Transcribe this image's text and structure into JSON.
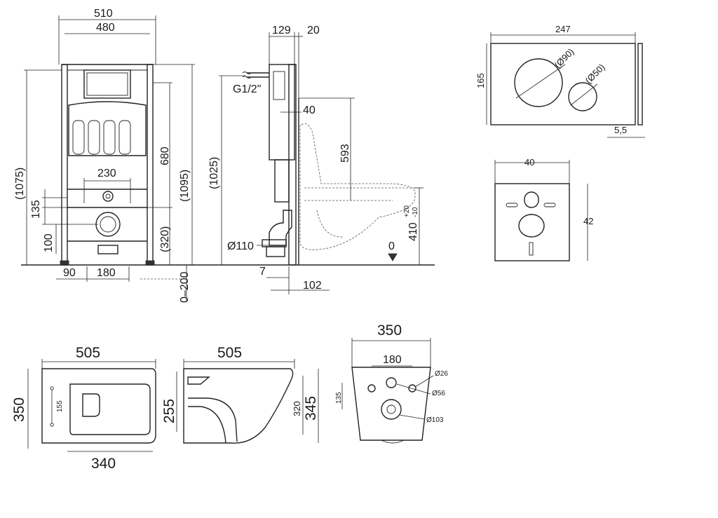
{
  "frame_front": {
    "width_outer": "510",
    "width_inner": "480",
    "height_total": "(1075)",
    "height_right": "(1095)",
    "height_flush": "680",
    "height_drain": "(320)",
    "studs_spacing": "230",
    "left_135": "135",
    "left_100": "100",
    "bottom_90": "90",
    "bottom_180": "180",
    "adjust": "0–200"
  },
  "frame_side": {
    "depth_129": "129",
    "depth_20": "20",
    "pipe": "G1/2\"",
    "height_1025": "(1025)",
    "offset_40": "40",
    "height_593": "593",
    "seat_height": "410",
    "tol_plus": "+20",
    "tol_minus": "-10",
    "drain_diam": "Ø110",
    "base_7": "7",
    "base_102": "102",
    "floor_zero": "0"
  },
  "button_plate": {
    "width": "247",
    "height": "165",
    "big_button": "(Ø90)",
    "small_button": "(Ø50)",
    "thickness": "5,5"
  },
  "gasket": {
    "width": "40",
    "height": "42"
  },
  "toilet_top": {
    "length": "505",
    "width": "350",
    "inner_length": "340",
    "offset_155": "155"
  },
  "toilet_side": {
    "length": "505",
    "height_255": "255",
    "height_320": "320",
    "height_345": "345"
  },
  "toilet_back": {
    "width": "350",
    "holes_spacing": "180",
    "left_135": "135",
    "d26": "Ø26",
    "d56": "Ø56",
    "d103": "Ø103"
  }
}
